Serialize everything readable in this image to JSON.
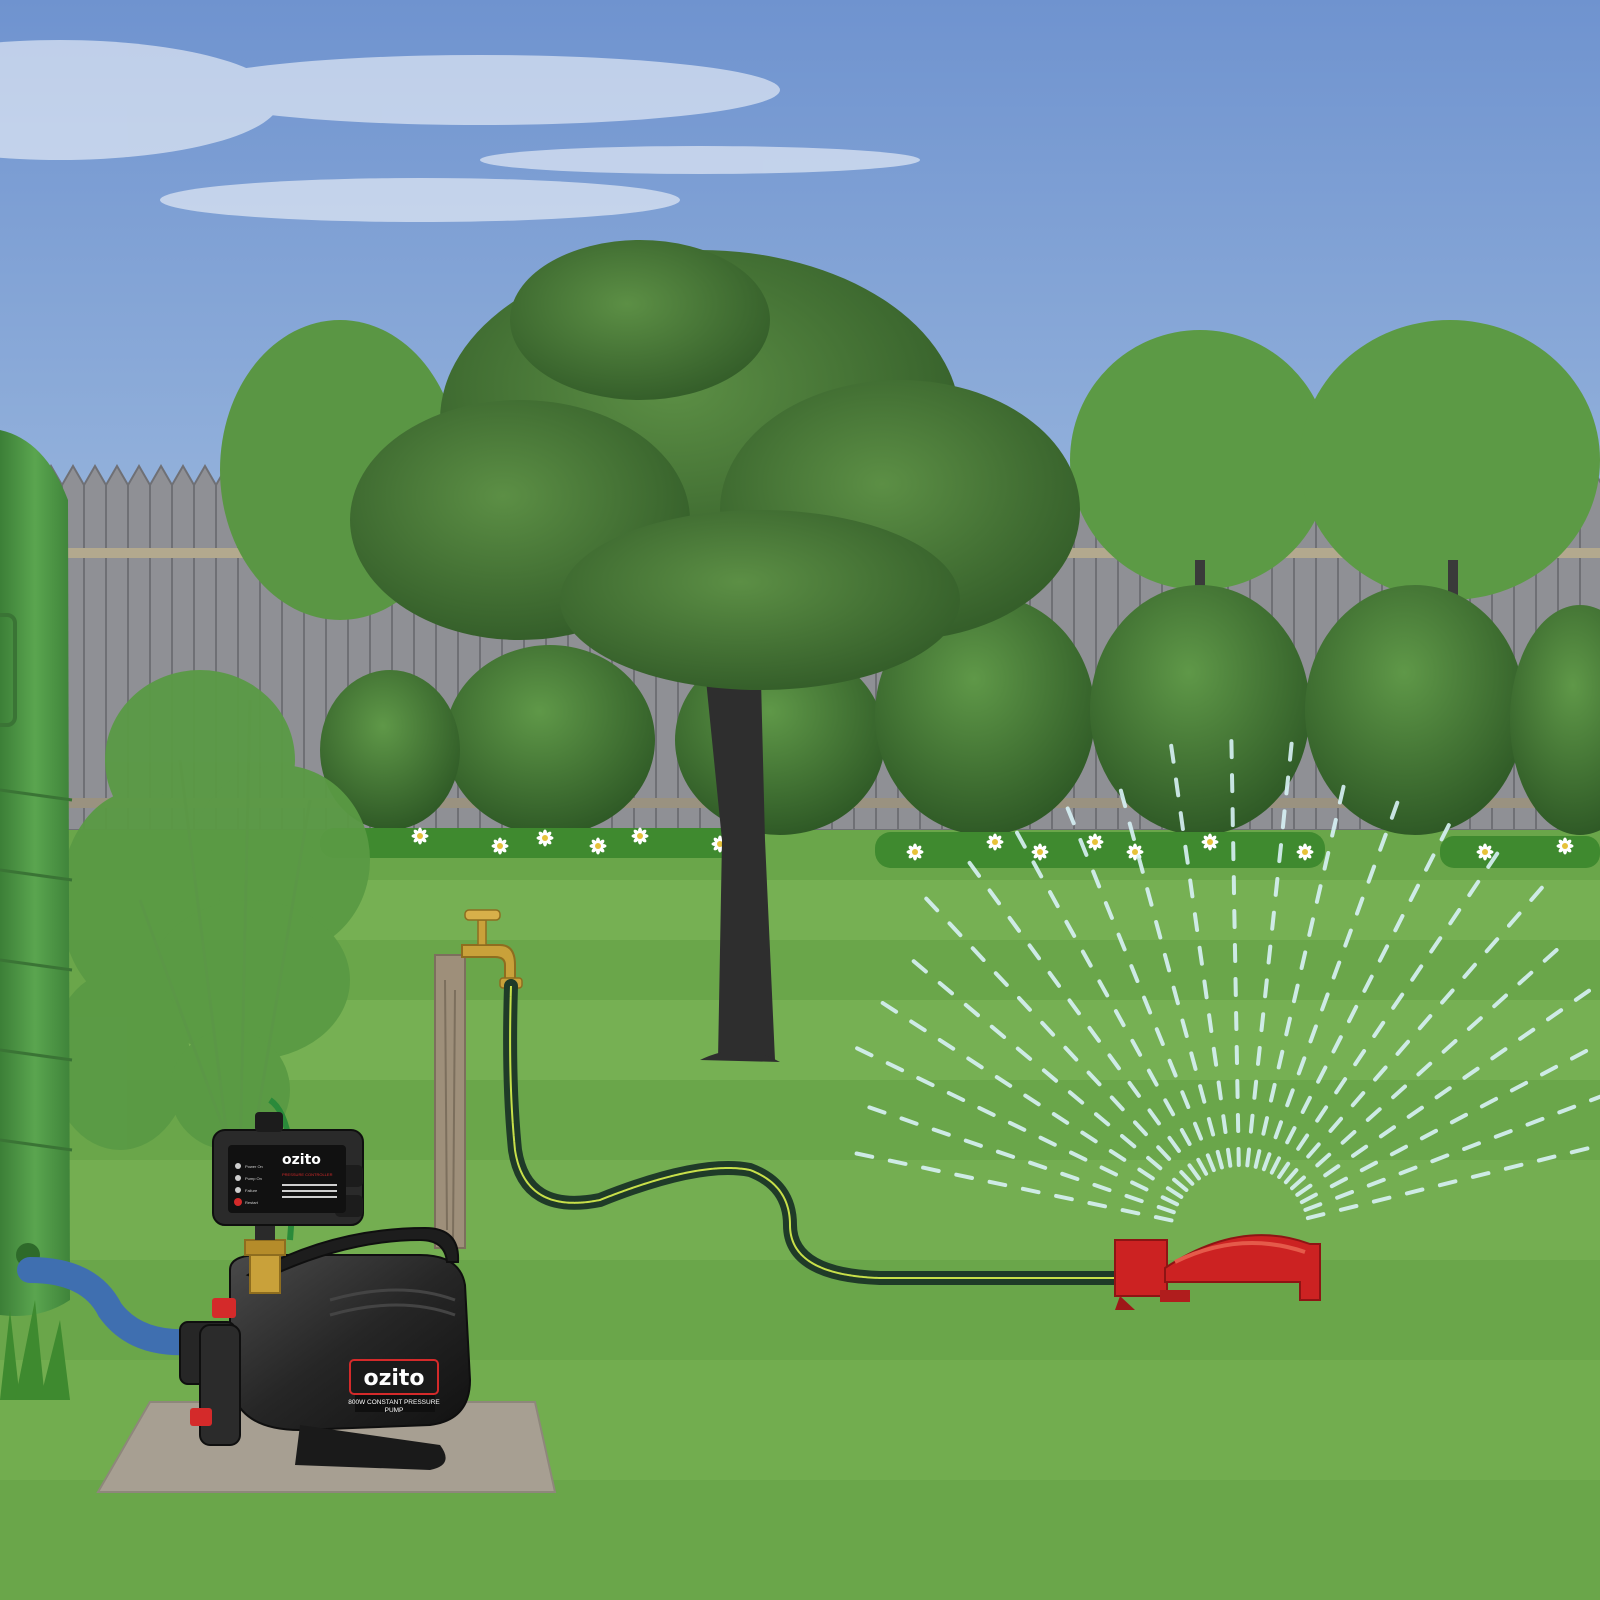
{
  "pump": {
    "brand": "ozito",
    "model_label": "800W CONSTANT PRESSURE",
    "model_sub": "PUMP"
  },
  "controller": {
    "brand": "ozito",
    "indicators": [
      "Power On",
      "Pump On",
      "Failure",
      "Restart"
    ],
    "note": "PRESSURE CONTROLLER"
  },
  "colors": {
    "sky_top": "#6f93cf",
    "sky_bottom": "#cfe0ec",
    "grass": "#6aa64a",
    "grass_stripe": "#7db456",
    "fence": "#8d8e93",
    "tank": "#4f9a46",
    "pump_body": "#232323",
    "accent_red": "#d42a2a",
    "hose": "#1f3b28",
    "intake_hose": "#3f6fb0",
    "tap_brass": "#c9a13a",
    "sprinkler": "#cc2222",
    "water": "#d8f2f6"
  }
}
